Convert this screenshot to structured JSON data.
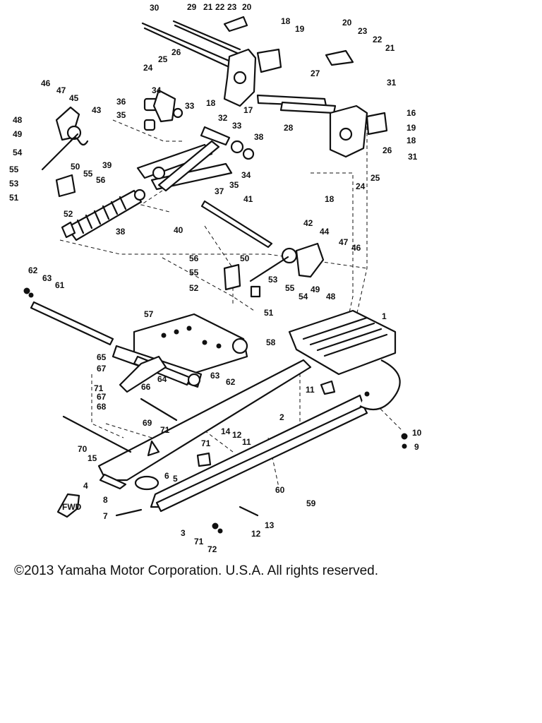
{
  "copyright": "©2013 Yamaha Motor Corporation. U.S.A. All rights reserved.",
  "front_marker": "FWD",
  "callouts": [
    "30",
    "29",
    "21",
    "22",
    "23",
    "20",
    "18",
    "19",
    "20",
    "23",
    "22",
    "21",
    "26",
    "25",
    "24",
    "27",
    "18",
    "17",
    "31",
    "16",
    "19",
    "18",
    "46",
    "47",
    "45",
    "48",
    "49",
    "43",
    "34",
    "36",
    "33",
    "35",
    "32",
    "33",
    "38",
    "28",
    "54",
    "55",
    "53",
    "51",
    "50",
    "55",
    "56",
    "39",
    "37",
    "35",
    "34",
    "26",
    "31",
    "25",
    "24",
    "18",
    "52",
    "41",
    "38",
    "40",
    "42",
    "44",
    "47",
    "46",
    "56",
    "50",
    "55",
    "53",
    "52",
    "55",
    "54",
    "49",
    "48",
    "62",
    "63",
    "61",
    "51",
    "57",
    "58",
    "1",
    "65",
    "67",
    "64",
    "71",
    "66",
    "67",
    "68",
    "63",
    "62",
    "11",
    "69",
    "71",
    "2",
    "10",
    "9",
    "70",
    "15",
    "14",
    "12",
    "11",
    "71",
    "6",
    "5",
    "60",
    "4",
    "59",
    "8",
    "7",
    "3",
    "12",
    "13",
    "71",
    "72"
  ]
}
